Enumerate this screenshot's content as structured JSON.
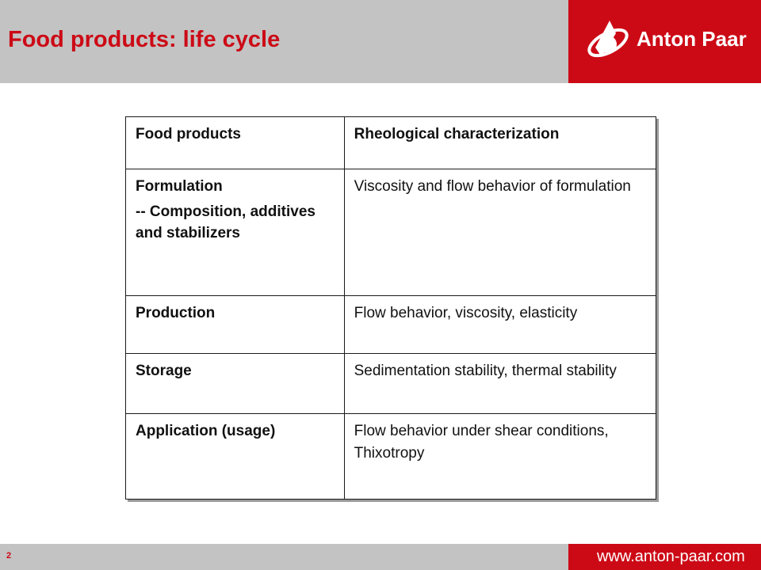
{
  "slide": {
    "title": "Food products: life cycle",
    "page_number": "2"
  },
  "brand": {
    "name": "Anton Paar",
    "url": "www.anton-paar.com",
    "accent_color": "#cc0a16",
    "bar_color": "#c3c3c3",
    "logo_icon": "anton-paar-logo-icon"
  },
  "table": {
    "header": {
      "col1": "Food products",
      "col2": "Rheological characterization"
    },
    "rows": [
      {
        "stage": "Formulation",
        "detail": "-- Composition, additives and stabilizers",
        "characterization": "Viscosity and flow behavior of formulation"
      },
      {
        "stage": "Production",
        "characterization": "Flow behavior, viscosity, elasticity"
      },
      {
        "stage": "Storage",
        "characterization": "Sedimentation stability, thermal stability"
      },
      {
        "stage": "Application (usage)",
        "characterization": "Flow behavior under shear conditions, Thixotropy"
      }
    ]
  }
}
